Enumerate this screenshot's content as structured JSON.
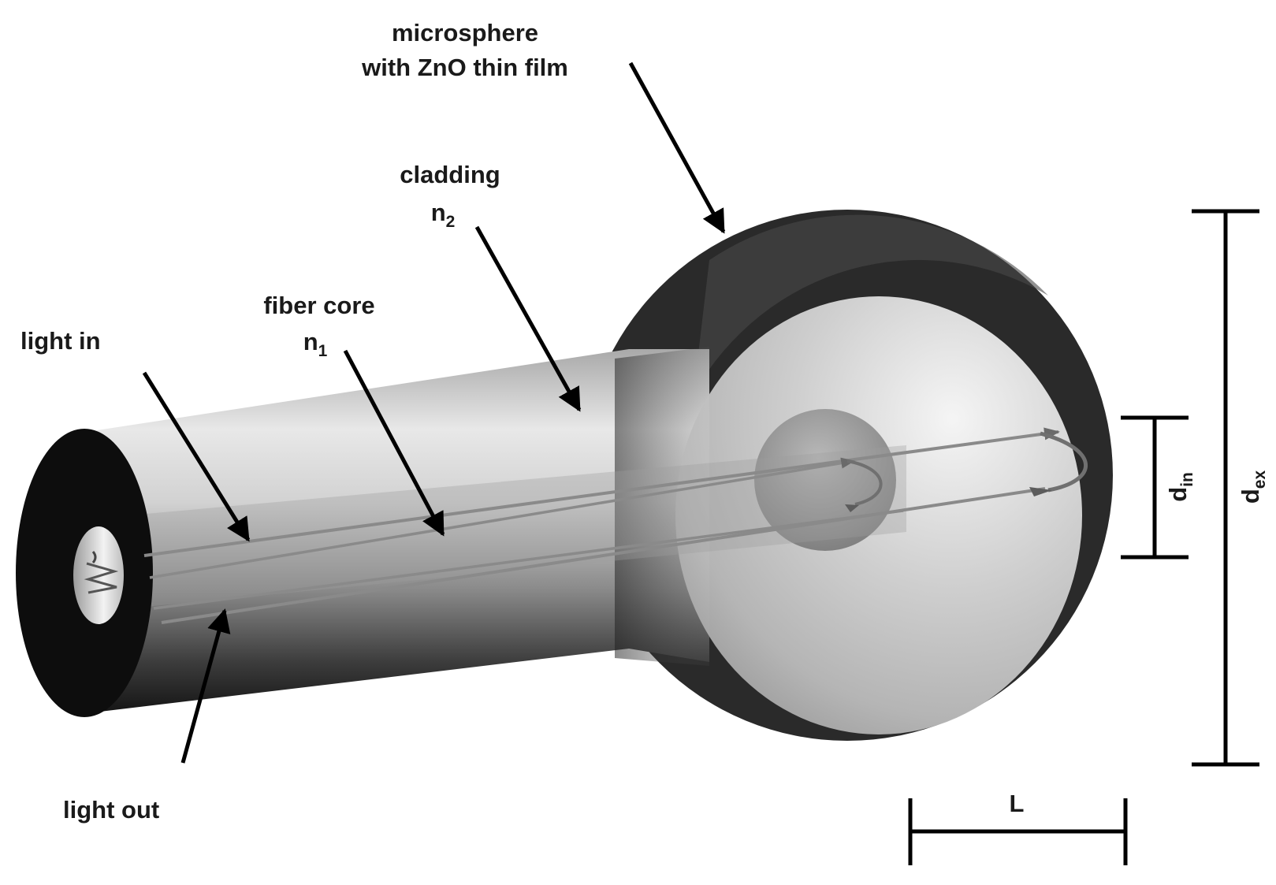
{
  "labels": {
    "microsphere_line1": "microsphere",
    "microsphere_line2": "with ZnO thin film",
    "cladding": "cladding",
    "cladding_n": "n",
    "cladding_sub": "2",
    "core": "fiber core",
    "core_n": "n",
    "core_sub": "1",
    "light_in": "light in",
    "light_out": "light out",
    "d_in": "d",
    "d_in_sub": "in",
    "d_ex": "d",
    "d_ex_sub": "ex",
    "length": "L"
  }
}
